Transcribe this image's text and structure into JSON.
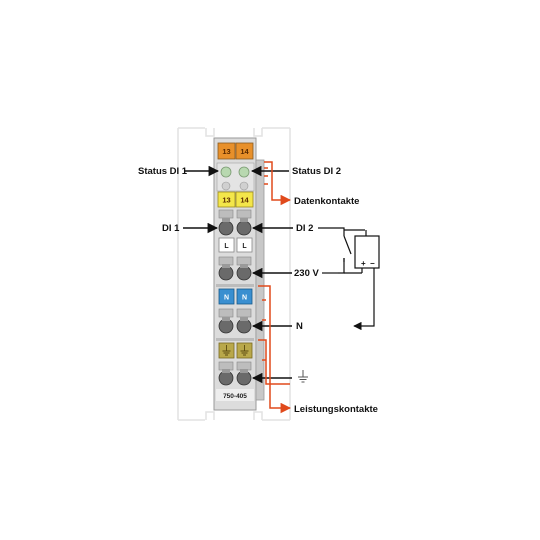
{
  "labels": {
    "status_di1": "Status DI 1",
    "status_di2": "Status DI 2",
    "datenkontakte": "Datenkontakte",
    "di1": "DI 1",
    "di2": "DI 2",
    "v230": "230 V",
    "n": "N",
    "leistungskontakte": "Leistungskontakte",
    "part_number": "750-405"
  },
  "terminal_markers": {
    "status_left": "13",
    "status_right": "14",
    "di_left": "13",
    "di_right": "14",
    "l_left": "L",
    "l_right": "L",
    "n_left": "N",
    "n_right": "N"
  },
  "supply": {
    "plus": "+",
    "minus": "−"
  },
  "colors": {
    "orange_marker": "#e8902a",
    "yellow_marker": "#f3e64a",
    "blue_marker": "#3a8fd0",
    "ground_marker": "#b9a84a",
    "led_green": "#b8d8b0",
    "arrow_red": "#e04a1c",
    "module_grey": "#d8d8d8"
  }
}
